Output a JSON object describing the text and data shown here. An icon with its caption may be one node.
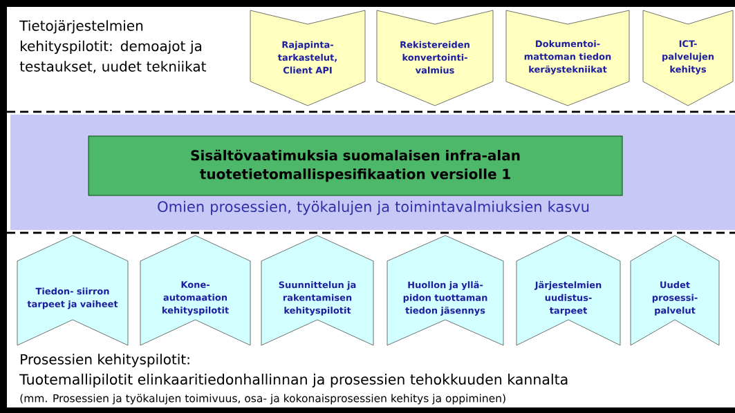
{
  "diagram": {
    "nodes": [
      {
        "text": [
          "Rajapinta- tarkastelut, Client API"
        ]
      },
      {
        "text": [
          "Rekistereiden konvertointi- valmius"
        ]
      },
      {
        "text": [
          "Dokumentoi- mattoman tiedon keräystekniikat"
        ]
      },
      {
        "text": [
          "ICT- palvelujen kehitys"
        ]
      },
      {
        "text": [
          "Omien prosessien, työkalujen ja toimintavalmiuksien kasvu"
        ]
      },
      {
        "text": [
          "Sisältövaatimuksia suomalaisen infra-alan tuotetietomallispesifikaation versiolle 1"
        ],
        "in": 4
      },
      {
        "text": [
          "Tiedon- siirron tarpeet ja vaiheet"
        ]
      },
      {
        "text": [
          "Kone- automaation kehityspilotit"
        ]
      },
      {
        "text": [
          "Suunnittelun ja rakentamisen kehityspilotit"
        ]
      },
      {
        "text": [
          "Huollon ja yllä- pidon tuottaman tiedon jäsennys"
        ]
      },
      {
        "text": [
          "Järjestelmien uudistus- tarpeet"
        ]
      },
      {
        "text": [
          "Uudet prosessi- palvelut"
        ]
      }
    ],
    "labels": [
      "Tietojärjestelmien kehityspilotit: demoajot ja testaukset, uudet tekniikat",
      "Prosessien kehityspilotit:",
      "Tuotemallipilotit elinkaaritiedonhallinnan ja prosessien tehokkuuden kannalta",
      "(mm. Prosessien ja työkalujen toimivuus, osa- ja kokonaisprosessien kehitys ja oppiminen)"
    ]
  }
}
